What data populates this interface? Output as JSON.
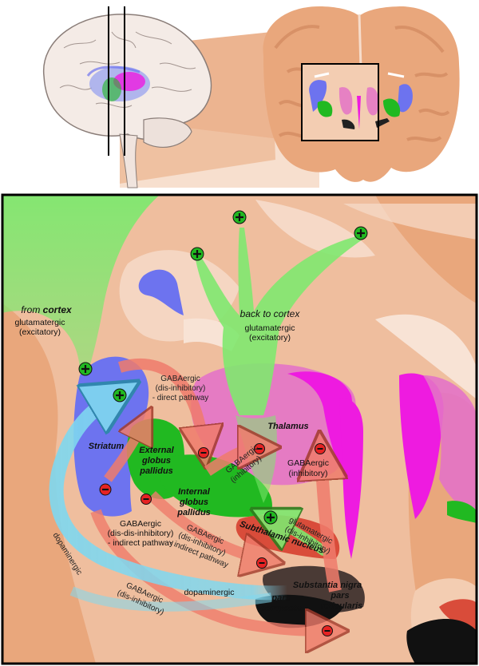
{
  "labels": {
    "from_cortex_prefix": "from ",
    "from_cortex_bold": "cortex",
    "from_cortex_type": "glutamatergic",
    "from_cortex_effect": "(excitatory)",
    "back_to_cortex": "back to cortex",
    "back_type": "glutamatergic",
    "back_effect": "(excitatory)",
    "direct_1": "GABAergic",
    "direct_2": "(dis-inhibitory)",
    "direct_3": "- direct pathway",
    "striatum": "Striatum",
    "gpe_1": "External",
    "gpe_2": "globus",
    "gpe_3": "pallidus",
    "gpi_1": "Internal",
    "gpi_2": "globus",
    "gpi_3": "pallidus",
    "thalamus": "Thalamus",
    "gpi_thal_1": "GABAergic",
    "gpi_thal_2": "(inhibitory)",
    "snr_thal_1": "GABAergic",
    "snr_thal_2": "(inhibitory)",
    "indirect_1": "GABAergic",
    "indirect_2": "(dis-dis-inhibitory)",
    "indirect_3": "- indirect pathway",
    "indirect_b1": "GABAergic",
    "indirect_b2": "(dis-inhibitory)",
    "indirect_b3": "- indirect pathway",
    "stn": "Subthalamic nucleus",
    "stn_glut_1": "glutamatergic",
    "stn_glut_2": "(dis-inhibitory)",
    "dopaminergic_left": "dopaminergic",
    "dopaminergic_mid": "dopaminergic",
    "sn_gaba_1": "GABAergic",
    "sn_gaba_2": "(dis-inhibitory)",
    "sn": "Substantia nigra",
    "pars_compacta_1": "pars",
    "pars_compacta_2": "compacta",
    "pars_reticularis_1": "pars",
    "pars_reticularis_2": "reticularis"
  },
  "colors": {
    "brain_tan": "#e9a77c",
    "brain_light": "#f2c9ad",
    "striatum_blue": "#6d73ef",
    "pallidus_green": "#21b921",
    "glut_green": "#7fe86f",
    "thalamus_pink": "#e373c6",
    "magenta": "#ee1be0",
    "gaba_red": "#f07c6c",
    "dopa_cyan": "#7fd8f0",
    "stn_red": "#d94c3a"
  }
}
